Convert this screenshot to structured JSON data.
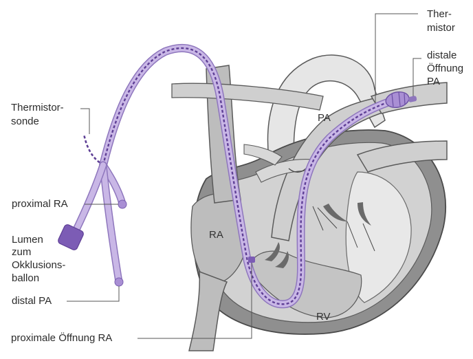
{
  "labels": {
    "thermistorsonde_1": "Thermistor-",
    "thermistorsonde_2": "sonde",
    "proximal_ra": "proximal RA",
    "lumen_1": "Lumen",
    "lumen_2": "zum",
    "lumen_3": "Okklusions-",
    "lumen_4": "ballon",
    "distal_pa": "distal PA",
    "proximale_oeffnung_ra": "proximale Öffnung RA",
    "thermistor_1": "Ther-",
    "thermistor_2": "mistor",
    "distale_oeffnung_1": "distale",
    "distale_oeffnung_2": "Öffnung",
    "distale_oeffnung_3": "PA",
    "pa": "PA",
    "ra": "RA",
    "rv": "RV"
  },
  "colors": {
    "catheter": "#b9a3dc",
    "catheter_edge": "#8e76bd",
    "catheter_dash": "#5e3f95",
    "tissue_light": "#e4e4e4",
    "tissue_mid": "#c9c9c9",
    "tissue_dark": "#8f8f8f",
    "outline": "#4a4a4a",
    "leader": "#555555"
  }
}
